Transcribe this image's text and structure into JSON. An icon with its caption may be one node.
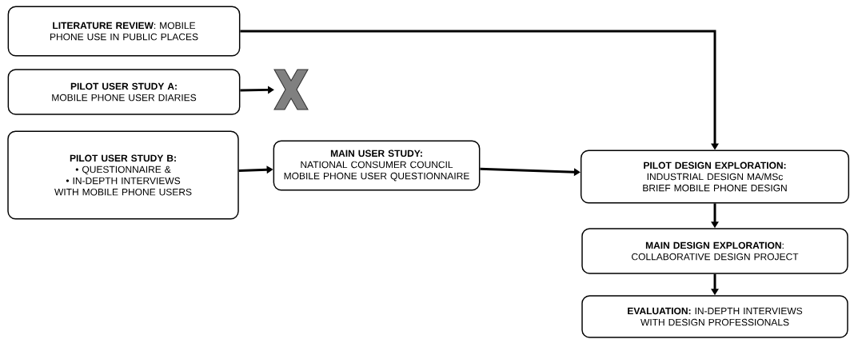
{
  "diagram": {
    "nodes": [
      {
        "text": [
          "**LITERATURE REVIEW**: MOBILE PHONE USE IN PUBLIC PLACES"
        ]
      },
      {
        "text": [
          "PILOT USER STUDY A:",
          "MOBILE PHONE USER DIARIES"
        ]
      },
      {
        "text": [],
        "shape": "cross"
      },
      {
        "text": [
          "PILOT USER STUDY B:",
          "• QUESTIONNAIRE &",
          "• IN-DEPTH INTERVIEWS WITH MOBILE PHONE USERS"
        ]
      },
      {
        "text": [
          "MAIN USER STUDY:",
          "NATIONAL CONSUMER COUNCIL MOBILE PHONE USER QUESTIONNAIRE"
        ]
      },
      {
        "text": [
          "PILOT DESIGN EXPLORATION:",
          "INDUSTRIAL DESIGN MA/MSc BRIEF MOBILE PHONE DESIGN"
        ]
      },
      {
        "text": [
          "**MAIN DESIGN EXPLORATION**: COLLABORATIVE DESIGN PROJECT"
        ]
      },
      {
        "text": [
          "**EVALUATION:** IN-DEPTH INTERVIEWS WITH DESIGN PROFESSIONALS"
        ]
      }
    ],
    "edges": [
      {
        "from": 0,
        "to": 5,
        "arrow": "to"
      },
      {
        "from": 1,
        "to": 2,
        "arrow": "to"
      },
      {
        "from": 3,
        "to": 4,
        "arrow": "to"
      },
      {
        "from": 4,
        "to": 5,
        "arrow": "to"
      },
      {
        "from": 5,
        "to": 6,
        "arrow": "to"
      },
      {
        "from": 6,
        "to": 7,
        "arrow": "to"
      }
    ]
  }
}
